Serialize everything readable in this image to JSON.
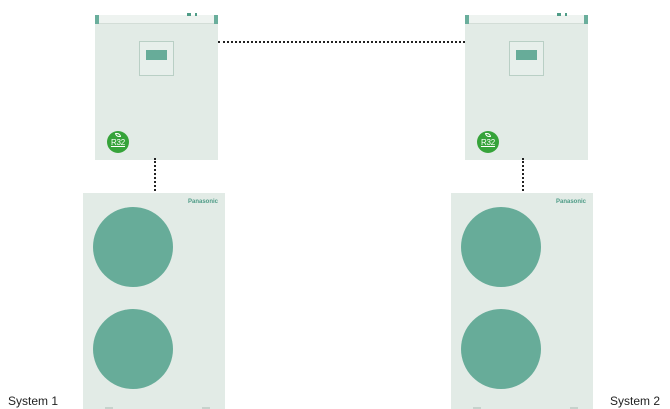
{
  "systems": [
    {
      "label": "System 1",
      "indoor": {
        "refrigerant_badge": "R32"
      },
      "outdoor": {
        "brand": "Panasonic"
      }
    },
    {
      "label": "System 2",
      "indoor": {
        "refrigerant_badge": "R32"
      },
      "outdoor": {
        "brand": "Panasonic"
      }
    }
  ],
  "colors": {
    "unit_body": "#e2ebe6",
    "accent": "#67ac99",
    "badge": "#36a33a",
    "link": "#222222"
  },
  "icons": {
    "refrigerant": "r32-leaf-badge-icon",
    "fan": "fan-grille-icon"
  }
}
